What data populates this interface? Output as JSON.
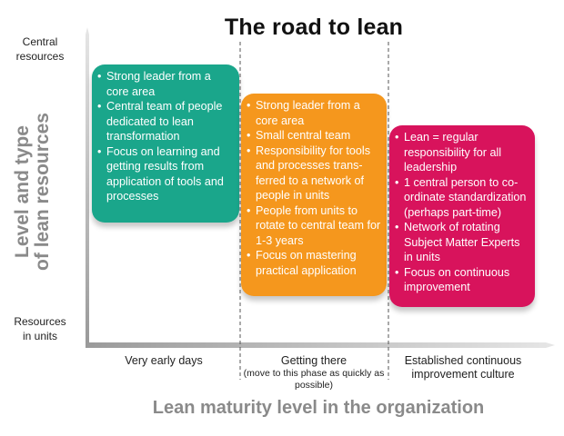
{
  "title": "The road to lean",
  "y_axis": {
    "title_line1": "Level and type",
    "title_line2": "of lean resources",
    "top_label_line1": "Central",
    "top_label_line2": "resources",
    "bottom_label_line1": "Resources",
    "bottom_label_line2": "in units"
  },
  "x_axis": {
    "title": "Lean maturity level in the organization",
    "stages": [
      {
        "label": "Very early days",
        "sublabel": ""
      },
      {
        "label": "Getting there",
        "sublabel": "(move to this phase as quickly as possible)"
      },
      {
        "label": "Established continuous improvement culture",
        "sublabel": ""
      }
    ]
  },
  "boxes": [
    {
      "color": "#1aa68b",
      "items": [
        "Strong leader from a core area",
        "Central team of people dedicated to lean transformation",
        "Focus on learning and getting results from application of tools and processes"
      ]
    },
    {
      "color": "#f5971d",
      "items": [
        "Strong leader from a core area",
        "Small central team",
        "Responsibility for tools and processes trans-ferred to a network of people in units",
        "People from units to rotate to central team for 1-3 years",
        "Focus on mastering practical application"
      ]
    },
    {
      "color": "#d8135c",
      "items": [
        "Lean = regular responsibility for all leadership",
        "1 central person to co-ordinate standardization (perhaps part-time)",
        "Network of rotating Subject Matter Experts in units",
        "Focus on continuous improvement"
      ]
    }
  ]
}
